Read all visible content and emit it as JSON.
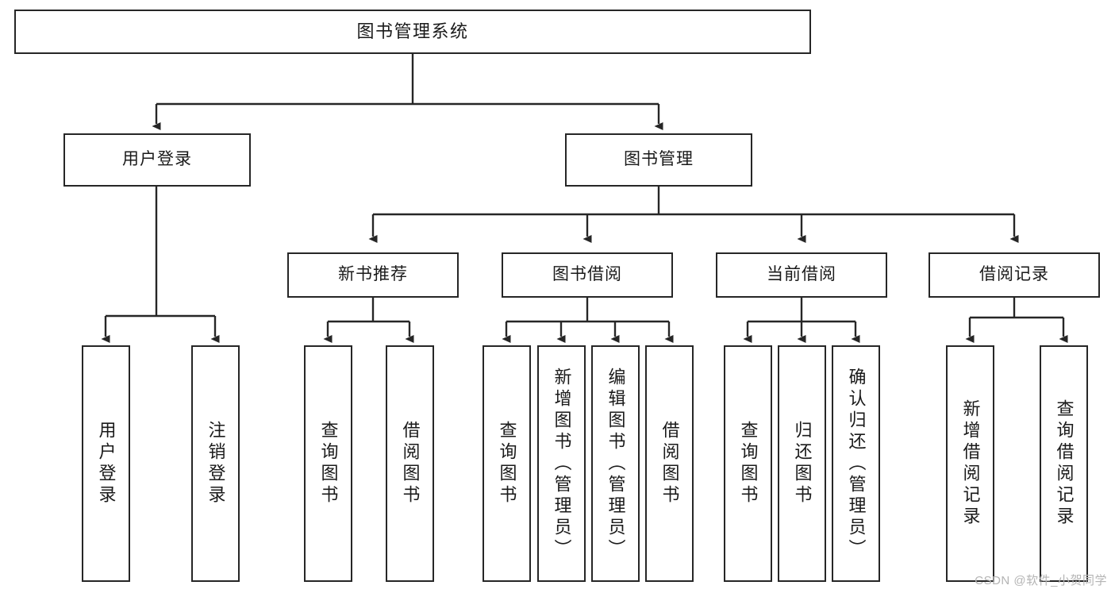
{
  "diagram": {
    "title": "图书管理系统",
    "type": "tree-hierarchy",
    "stroke_color": "#262626",
    "fill_color": "#ffffff",
    "text_color": "#1a1a1a",
    "watermark": "CSDN @软件_小贺同学"
  },
  "nodes": {
    "root": {
      "label": "图书管理系统"
    },
    "level2": [
      {
        "label": "用户登录"
      },
      {
        "label": "图书管理"
      }
    ],
    "level3": [
      {
        "label": "新书推荐"
      },
      {
        "label": "图书借阅"
      },
      {
        "label": "当前借阅"
      },
      {
        "label": "借阅记录"
      }
    ],
    "leaves": {
      "user_login": [
        {
          "label": "用户登录"
        },
        {
          "label": "注销登录"
        }
      ],
      "new_book_recommend": [
        {
          "label": "查询图书"
        },
        {
          "label": "借阅图书"
        }
      ],
      "book_borrow": [
        {
          "label": "查询图书"
        },
        {
          "label": "新增图书（管理员）"
        },
        {
          "label": "编辑图书（管理员）"
        },
        {
          "label": "借阅图书"
        }
      ],
      "current_borrow": [
        {
          "label": "查询图书"
        },
        {
          "label": "归还图书"
        },
        {
          "label": "确认归还（管理员）"
        }
      ],
      "borrow_record": [
        {
          "label": "新增借阅记录"
        },
        {
          "label": "查询借阅记录"
        }
      ]
    }
  }
}
